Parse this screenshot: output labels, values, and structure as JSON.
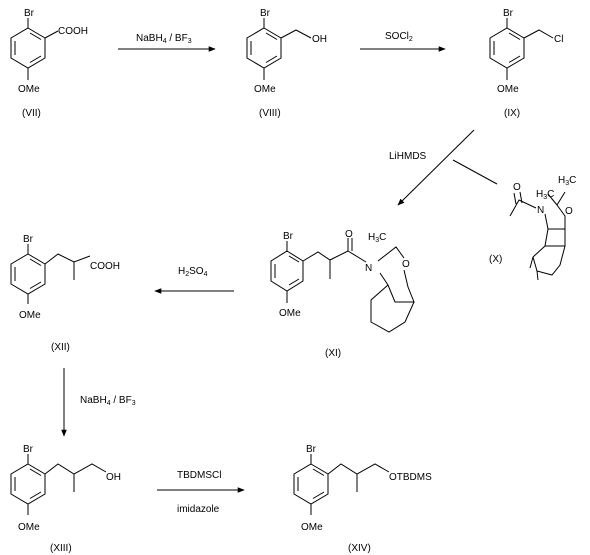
{
  "scheme": {
    "compounds": {
      "VII": {
        "id": "(VII)",
        "subs": [
          "Br",
          "COOH",
          "OMe"
        ]
      },
      "VIII": {
        "id": "(VIII)",
        "subs": [
          "Br",
          "OH",
          "OMe"
        ]
      },
      "IX": {
        "id": "(IX)",
        "subs": [
          "Br",
          "Cl",
          "OMe"
        ]
      },
      "X": {
        "id": "(X)",
        "atoms": [
          "O",
          "N",
          "O",
          "H",
          "3",
          "C",
          "H",
          "3",
          "C"
        ]
      },
      "XI": {
        "id": "(XI)",
        "atoms": [
          "Br",
          "O",
          "N",
          "O",
          "H",
          "3",
          "C",
          "OMe"
        ]
      },
      "XII": {
        "id": "(XII)",
        "subs": [
          "Br",
          "COOH",
          "OMe"
        ]
      },
      "XIII": {
        "id": "(XIII)",
        "subs": [
          "Br",
          "OH",
          "OMe"
        ]
      },
      "XIV": {
        "id": "(XIV)",
        "subs": [
          "Br",
          "OTBDMS",
          "OMe"
        ]
      }
    },
    "reagents": {
      "r1": [
        "NaBH",
        "4",
        " / BF",
        "3"
      ],
      "r2": [
        "SOCl",
        "2"
      ],
      "r3": "LiHMDS",
      "r4": [
        "H",
        "2",
        "SO",
        "4"
      ],
      "r5": [
        "NaBH",
        "4",
        " / BF",
        "3"
      ],
      "r6_top": "TBDMSCl",
      "r6_bottom": "imidazole"
    }
  }
}
